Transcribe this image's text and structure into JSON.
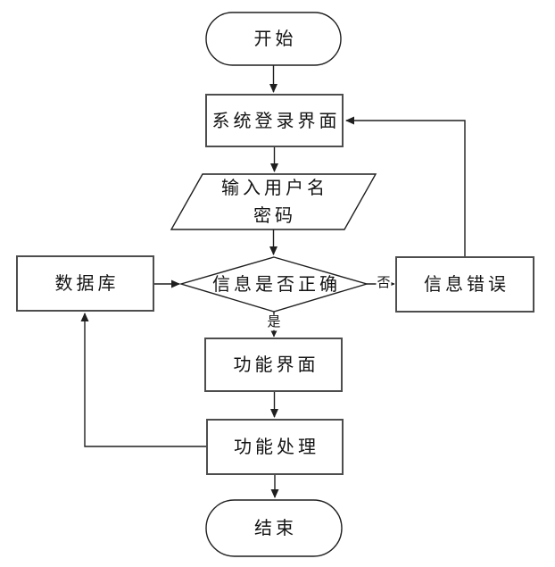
{
  "diagram": {
    "type": "flowchart",
    "colors": {
      "background": "#ffffff",
      "line": "#1f1f1f",
      "box_border": "#4d4d4d",
      "text": "#141414"
    },
    "nodes": {
      "start": {
        "label": "开始",
        "shape": "terminator"
      },
      "login_screen": {
        "label": "系统登录界面",
        "shape": "process"
      },
      "input_credentials": {
        "line1": "输入用户名",
        "line2": "密码",
        "shape": "input-output"
      },
      "decision_info_correct": {
        "label": "信息是否正确",
        "shape": "decision"
      },
      "database": {
        "label": "数据库",
        "shape": "process"
      },
      "info_error": {
        "label": "信息错误",
        "shape": "process"
      },
      "function_screen": {
        "label": "功能界面",
        "shape": "process"
      },
      "function_process": {
        "label": "功能处理",
        "shape": "process"
      },
      "end": {
        "label": "结束",
        "shape": "terminator"
      }
    },
    "edge_labels": {
      "yes": "是",
      "no": "否"
    }
  }
}
